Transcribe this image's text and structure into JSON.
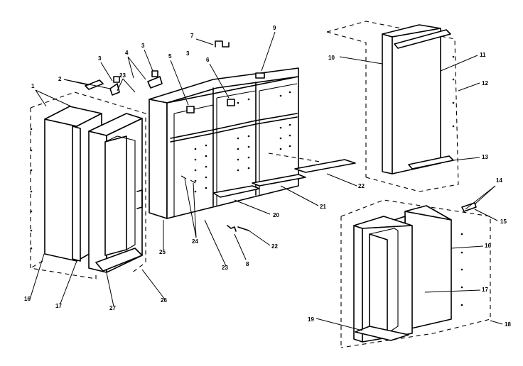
{
  "diagram": {
    "type": "exploded-parts-diagram",
    "callouts": [
      {
        "id": "c1",
        "text": "1"
      },
      {
        "id": "c2",
        "text": "2"
      },
      {
        "id": "c3a",
        "text": "3"
      },
      {
        "id": "c3b",
        "text": "3"
      },
      {
        "id": "c3c",
        "text": "3"
      },
      {
        "id": "c4",
        "text": "4"
      },
      {
        "id": "c5",
        "text": "5"
      },
      {
        "id": "c6",
        "text": "6"
      },
      {
        "id": "c7",
        "text": "7"
      },
      {
        "id": "c8",
        "text": "8"
      },
      {
        "id": "c9",
        "text": "9"
      },
      {
        "id": "c10",
        "text": "10"
      },
      {
        "id": "c11",
        "text": "11"
      },
      {
        "id": "c12",
        "text": "12"
      },
      {
        "id": "c13",
        "text": "13"
      },
      {
        "id": "c14",
        "text": "14"
      },
      {
        "id": "c15",
        "text": "15"
      },
      {
        "id": "c16a",
        "text": "16"
      },
      {
        "id": "c16b",
        "text": "16"
      },
      {
        "id": "c17a",
        "text": "17"
      },
      {
        "id": "c17b",
        "text": "17"
      },
      {
        "id": "c18",
        "text": "18"
      },
      {
        "id": "c19",
        "text": "19"
      },
      {
        "id": "c20",
        "text": "20"
      },
      {
        "id": "c21",
        "text": "21"
      },
      {
        "id": "c22a",
        "text": "22"
      },
      {
        "id": "c22b",
        "text": "22"
      },
      {
        "id": "c23a",
        "text": "23"
      },
      {
        "id": "c23b",
        "text": "23"
      },
      {
        "id": "c24",
        "text": "24"
      },
      {
        "id": "c25",
        "text": "25"
      },
      {
        "id": "c26",
        "text": "26"
      },
      {
        "id": "c27",
        "text": "27"
      }
    ]
  }
}
